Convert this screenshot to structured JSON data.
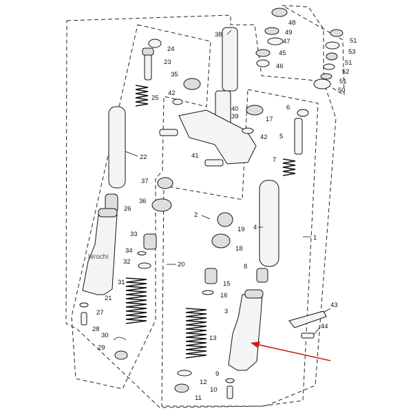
{
  "watermark": "hirochi",
  "arrow_color": "#cc1f1f",
  "callouts": [
    {
      "id": "1",
      "label": "1"
    },
    {
      "id": "2",
      "label": "2"
    },
    {
      "id": "3",
      "label": "3"
    },
    {
      "id": "4",
      "label": "4"
    },
    {
      "id": "5",
      "label": "5"
    },
    {
      "id": "6",
      "label": "6"
    },
    {
      "id": "7",
      "label": "7"
    },
    {
      "id": "8",
      "label": "8"
    },
    {
      "id": "9",
      "label": "9"
    },
    {
      "id": "10",
      "label": "10"
    },
    {
      "id": "11",
      "label": "11"
    },
    {
      "id": "12",
      "label": "12"
    },
    {
      "id": "13",
      "label": "13"
    },
    {
      "id": "15",
      "label": "15"
    },
    {
      "id": "16",
      "label": "16"
    },
    {
      "id": "17",
      "label": "17"
    },
    {
      "id": "18",
      "label": "18"
    },
    {
      "id": "19",
      "label": "19"
    },
    {
      "id": "20",
      "label": "20"
    },
    {
      "id": "21",
      "label": "21"
    },
    {
      "id": "22",
      "label": "22"
    },
    {
      "id": "23",
      "label": "23"
    },
    {
      "id": "24",
      "label": "24"
    },
    {
      "id": "25",
      "label": "25"
    },
    {
      "id": "26",
      "label": "26"
    },
    {
      "id": "27",
      "label": "27"
    },
    {
      "id": "28",
      "label": "28"
    },
    {
      "id": "29",
      "label": "29"
    },
    {
      "id": "30",
      "label": "30"
    },
    {
      "id": "31",
      "label": "31"
    },
    {
      "id": "32",
      "label": "32"
    },
    {
      "id": "33",
      "label": "33"
    },
    {
      "id": "34",
      "label": "34"
    },
    {
      "id": "35",
      "label": "35"
    },
    {
      "id": "36",
      "label": "36"
    },
    {
      "id": "37",
      "label": "37"
    },
    {
      "id": "38",
      "label": "38"
    },
    {
      "id": "39",
      "label": "39"
    },
    {
      "id": "40",
      "label": "40"
    },
    {
      "id": "41",
      "label": "41"
    },
    {
      "id": "42a",
      "label": "42"
    },
    {
      "id": "42b",
      "label": "42"
    },
    {
      "id": "43",
      "label": "43"
    },
    {
      "id": "44",
      "label": "44"
    },
    {
      "id": "45",
      "label": "45"
    },
    {
      "id": "46",
      "label": "46"
    },
    {
      "id": "47",
      "label": "47"
    },
    {
      "id": "48",
      "label": "48"
    },
    {
      "id": "49",
      "label": "49"
    },
    {
      "id": "50",
      "label": "50"
    },
    {
      "id": "51a",
      "label": "51"
    },
    {
      "id": "51b",
      "label": "51"
    },
    {
      "id": "51c",
      "label": "51"
    },
    {
      "id": "52",
      "label": "52"
    },
    {
      "id": "53",
      "label": "53"
    }
  ]
}
